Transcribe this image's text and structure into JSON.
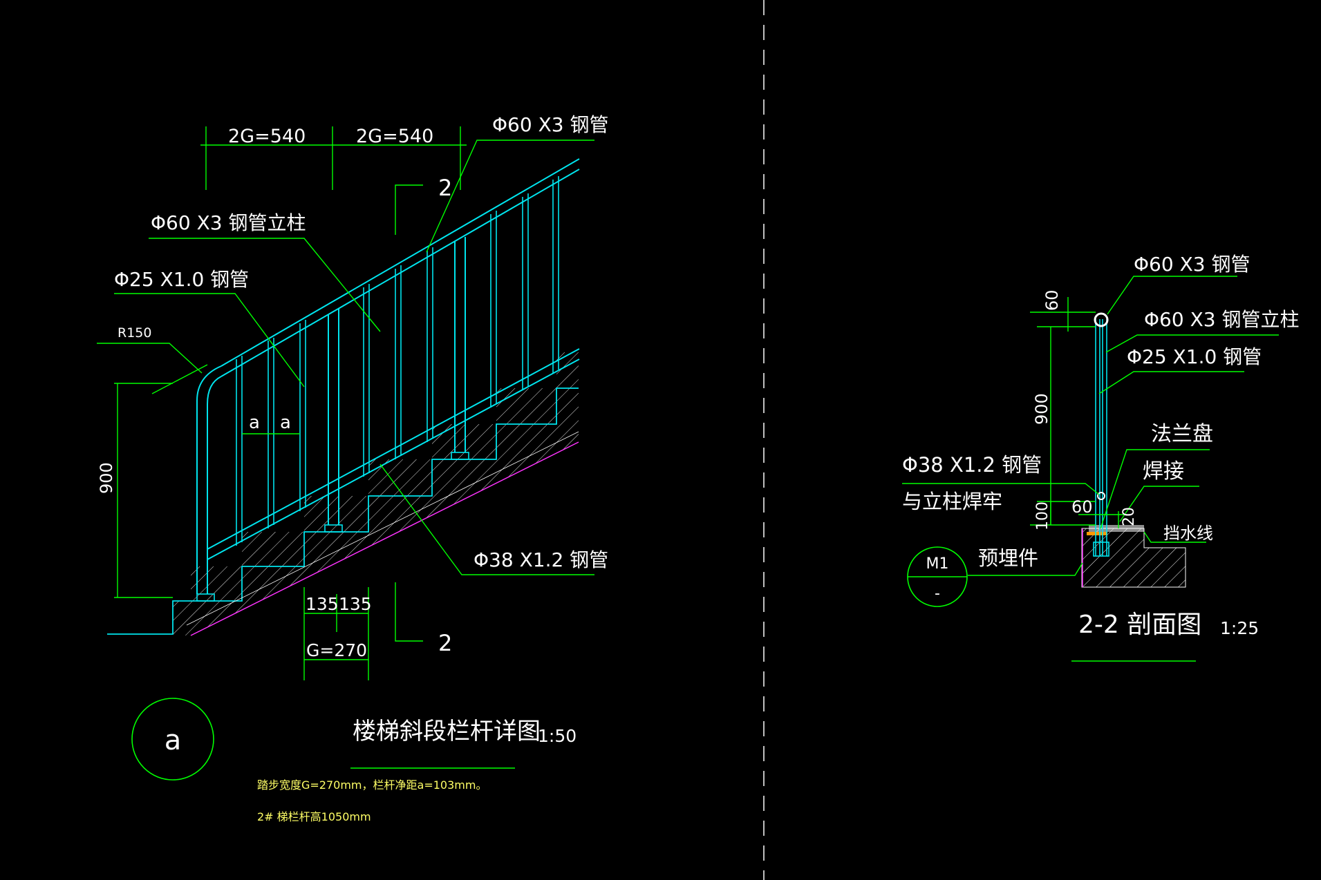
{
  "colors": {
    "background": "#000000",
    "cyan": "#00e5ee",
    "green": "#00ff00",
    "white": "#ffffff",
    "yellow": "#ffff66",
    "magenta": "#ff33ff",
    "orange": "#ff9900"
  },
  "left": {
    "dim_top_1": "2G=540",
    "dim_top_2": "2G=540",
    "label_handrail": "Φ60 X3 钢管",
    "label_post": "Φ60 X3 钢管立柱",
    "label_baluster": "Φ25 X1.0 钢管",
    "label_radius": "R150",
    "label_bottom_rail": "Φ38 X1.2 钢管",
    "dim_height": "900",
    "dim_gap_a1": "a",
    "dim_gap_a2": "a",
    "dim_step_1": "135",
    "dim_step_2": "135",
    "dim_step_total": "G=270",
    "section_mark_top": "2",
    "section_mark_bottom": "2",
    "detail_symbol": "a",
    "title": "楼梯斜段栏杆详图",
    "scale": "1:50",
    "note_1": "踏步宽度G=270mm，栏杆净距a=103mm。",
    "note_2": "2# 梯栏杆高1050mm"
  },
  "right": {
    "label_handrail": "Φ60 X3 钢管",
    "label_post": "Φ60 X3 钢管立柱",
    "label_baluster": "Φ25 X1.0 钢管",
    "label_flange": "法兰盘",
    "label_weld": "焊接",
    "label_bottom_rail": "Φ38 X1.2 钢管",
    "label_bottom_rail_2": "与立柱焊牢",
    "label_drip": "挡水线",
    "label_embed": "预埋件",
    "dim_60_top": "60",
    "dim_900": "900",
    "dim_100": "100",
    "dim_60_side": "60",
    "dim_20": "20",
    "embed_symbol_top": "M1",
    "embed_symbol_bottom": "-",
    "title": "2-2 剖面图",
    "scale": "1:25"
  }
}
